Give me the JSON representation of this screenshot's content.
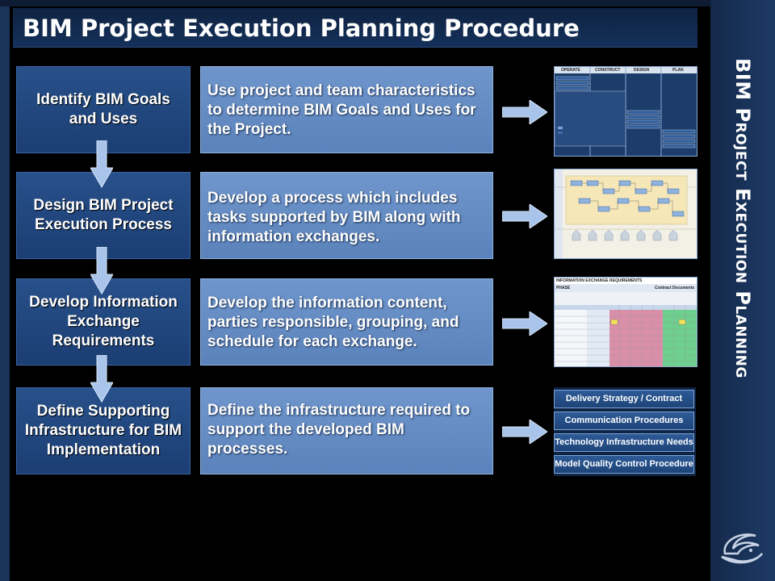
{
  "title": "BIM Project Execution Planning Procedure",
  "side_title": "BIM Project Execution Planning",
  "steps": [
    {
      "label": "Identify BIM Goals and Uses",
      "description": "Use project and team characteristics to determine BIM Goals and Uses for the Project."
    },
    {
      "label": "Design BIM Project Execution Process",
      "description": "Develop a process which includes tasks supported by BIM along with information exchanges."
    },
    {
      "label": "Develop Information Exchange Requirements",
      "description": "Develop the information content, parties responsible, grouping, and schedule for each exchange."
    },
    {
      "label": "Define Supporting Infrastructure for BIM Implementation",
      "description": "Define the infrastructure required to support the developed BIM processes."
    }
  ],
  "goals_thumbnail": {
    "headers": [
      "OPERATE",
      "CONSTRUCT",
      "DESIGN",
      "PLAN"
    ]
  },
  "exchange_thumbnail": {
    "heading": "INFORMATION EXCHANGE REQUIREMENTS",
    "phase_label": "PHASE",
    "contract_label": "Contract Documents"
  },
  "components": [
    "Delivery Strategy / Contract",
    "Communication Procedures",
    "Technology Infrastructure Needs",
    "Model Quality Control Procedure"
  ],
  "colors": {
    "title_bar": "#14305a",
    "step_box": "#1f4478",
    "description_box": "#6a91c8",
    "arrow": "#a9c4ea",
    "side_panel": "#1d3a66"
  },
  "icons": [
    "down-arrow-icon",
    "right-arrow-icon",
    "penn-state-logo-icon"
  ]
}
